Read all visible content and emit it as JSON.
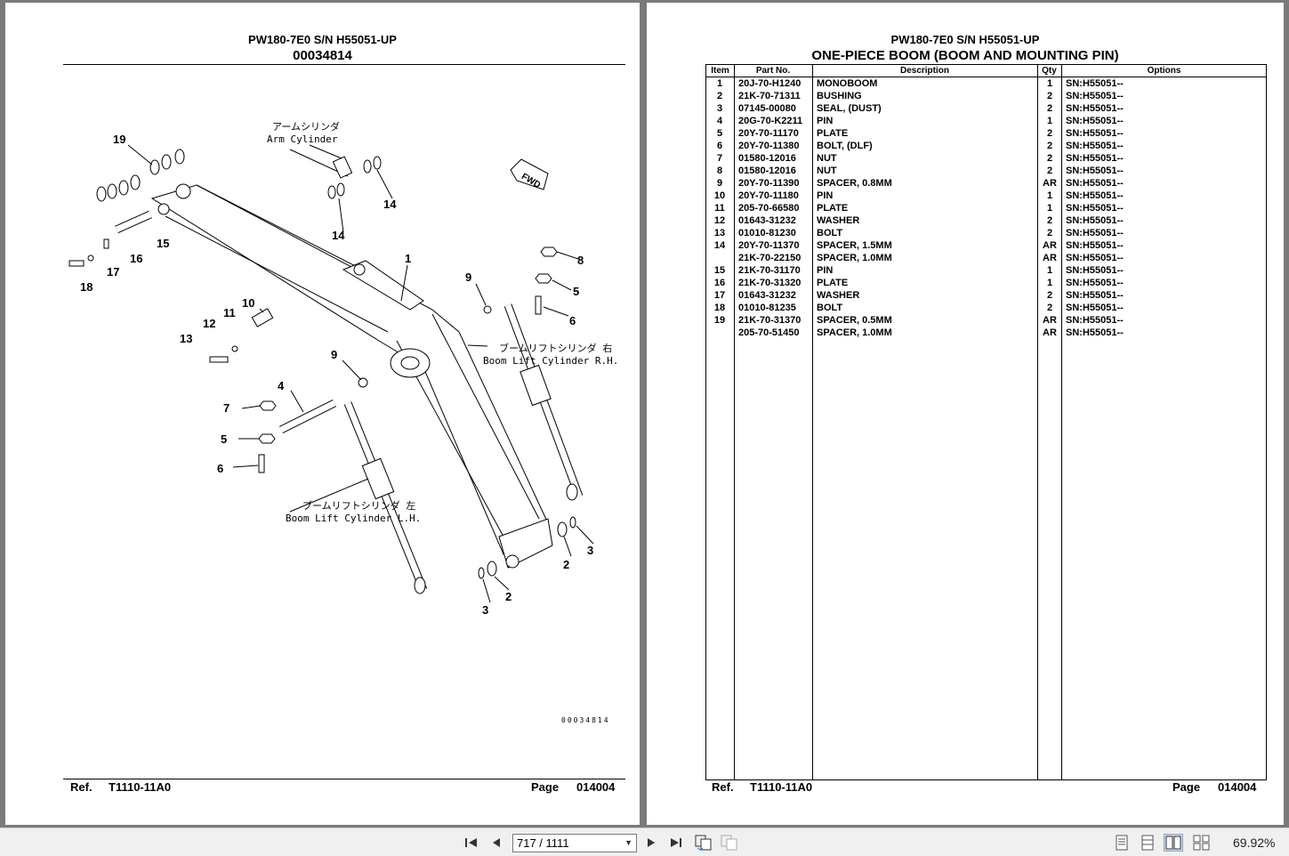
{
  "left_page": {
    "title": "PW180-7E0 S/N H55051-UP",
    "subtitle": "00034814",
    "drawing_code": "00034814",
    "labels": {
      "arm_cylinder_jp": "アームシリンダ",
      "arm_cylinder_en": "Arm Cylinder",
      "boom_rh_jp": "ブームリフトシリンダ 右",
      "boom_rh_en": "Boom Lift Cylinder R.H.",
      "boom_lh_jp": "ブームリフトシリンダ 左",
      "boom_lh_en": "Boom Lift Cylinder L.H.",
      "fwd": "FWD"
    },
    "callouts": {
      "c19": "19",
      "c14a": "14",
      "c14b": "14",
      "c15": "15",
      "c16": "16",
      "c17": "17",
      "c18": "18",
      "c1": "1",
      "c8": "8",
      "c9a": "9",
      "c5a": "5",
      "c6a": "6",
      "c10": "10",
      "c11": "11",
      "c12": "12",
      "c13": "13",
      "c9b": "9",
      "c4": "4",
      "c7": "7",
      "c5b": "5",
      "c6b": "6",
      "c2a": "2",
      "c3a": "3",
      "c2b": "2",
      "c3b": "3"
    },
    "ref_label": "Ref.",
    "ref_value": "T1110-11A0",
    "page_label": "Page",
    "page_value": "014004"
  },
  "right_page": {
    "title": "PW180-7E0 S/N H55051-UP",
    "subtitle": "ONE-PIECE BOOM (BOOM AND MOUNTING PIN)",
    "columns": {
      "item": "Item",
      "part": "Part No.",
      "desc": "Description",
      "qty": "Qty",
      "opt": "Options"
    },
    "rows": [
      {
        "item": "1",
        "part": "20J-70-H1240",
        "desc": "MONOBOOM",
        "qty": "1",
        "opt": "SN:H55051--"
      },
      {
        "item": "2",
        "part": "21K-70-71311",
        "desc": "BUSHING",
        "qty": "2",
        "opt": "SN:H55051--"
      },
      {
        "item": "3",
        "part": "07145-00080",
        "desc": "SEAL, (DUST)",
        "qty": "2",
        "opt": "SN:H55051--"
      },
      {
        "item": "4",
        "part": "20G-70-K2211",
        "desc": "PIN",
        "qty": "1",
        "opt": "SN:H55051--"
      },
      {
        "item": "5",
        "part": "20Y-70-11170",
        "desc": "PLATE",
        "qty": "2",
        "opt": "SN:H55051--"
      },
      {
        "item": "6",
        "part": "20Y-70-11380",
        "desc": "BOLT, (DLF)",
        "qty": "2",
        "opt": "SN:H55051--"
      },
      {
        "item": "7",
        "part": "01580-12016",
        "desc": "NUT",
        "qty": "2",
        "opt": "SN:H55051--"
      },
      {
        "item": "8",
        "part": "01580-12016",
        "desc": "NUT",
        "qty": "2",
        "opt": "SN:H55051--"
      },
      {
        "item": "9",
        "part": "20Y-70-11390",
        "desc": "SPACER, 0.8MM",
        "qty": "AR",
        "opt": "SN:H55051--"
      },
      {
        "item": "10",
        "part": "20Y-70-11180",
        "desc": "PIN",
        "qty": "1",
        "opt": "SN:H55051--"
      },
      {
        "item": "11",
        "part": "205-70-66580",
        "desc": "PLATE",
        "qty": "1",
        "opt": "SN:H55051--"
      },
      {
        "item": "12",
        "part": "01643-31232",
        "desc": "WASHER",
        "qty": "2",
        "opt": "SN:H55051--"
      },
      {
        "item": "13",
        "part": "01010-81230",
        "desc": "BOLT",
        "qty": "2",
        "opt": "SN:H55051--"
      },
      {
        "item": "14",
        "part": "20Y-70-11370",
        "desc": "SPACER, 1.5MM",
        "qty": "AR",
        "opt": "SN:H55051--"
      },
      {
        "item": "",
        "part": "21K-70-22150",
        "desc": "SPACER, 1.0MM",
        "qty": "AR",
        "opt": "SN:H55051--"
      },
      {
        "item": "15",
        "part": "21K-70-31170",
        "desc": "PIN",
        "qty": "1",
        "opt": "SN:H55051--"
      },
      {
        "item": "16",
        "part": "21K-70-31320",
        "desc": "PLATE",
        "qty": "1",
        "opt": "SN:H55051--"
      },
      {
        "item": "17",
        "part": "01643-31232",
        "desc": "WASHER",
        "qty": "2",
        "opt": "SN:H55051--"
      },
      {
        "item": "18",
        "part": "01010-81235",
        "desc": "BOLT",
        "qty": "2",
        "opt": "SN:H55051--"
      },
      {
        "item": "19",
        "part": "21K-70-31370",
        "desc": "SPACER, 0.5MM",
        "qty": "AR",
        "opt": "SN:H55051--"
      },
      {
        "item": "",
        "part": "205-70-51450",
        "desc": "SPACER, 1.0MM",
        "qty": "AR",
        "opt": "SN:H55051--"
      }
    ],
    "ref_label": "Ref.",
    "ref_value": "T1110-11A0",
    "page_label": "Page",
    "page_value": "014004"
  },
  "toolbar": {
    "page_indicator": "717 / 1111",
    "zoom": "69.92%",
    "icons": [
      "first-page-icon",
      "prev-page-icon",
      "next-page-icon",
      "last-page-icon",
      "continuous-icon",
      "facing-icon",
      "single-page-view-icon",
      "two-page-view-icon",
      "two-page-continuous-icon",
      "thumbnail-view-icon"
    ]
  }
}
